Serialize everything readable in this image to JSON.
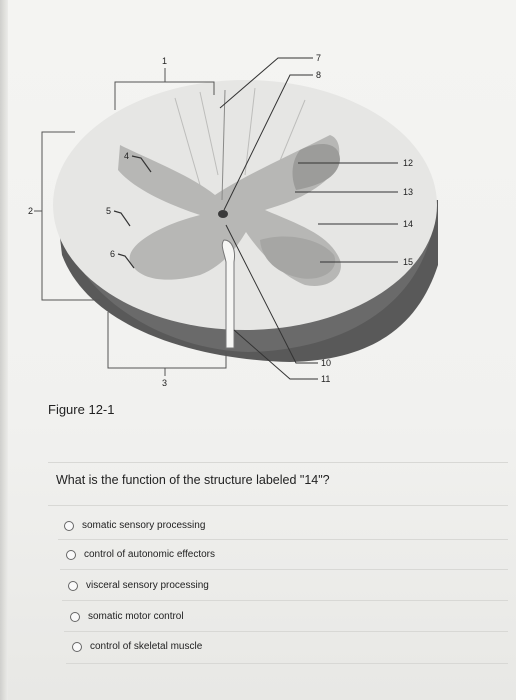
{
  "figure": {
    "labels": [
      "1",
      "2",
      "3",
      "4",
      "5",
      "6",
      "7",
      "8",
      "10",
      "11",
      "12",
      "13",
      "14",
      "15"
    ],
    "caption": "Figure 12-1"
  },
  "question": {
    "text": "What is the function of the structure labeled \"14\"?"
  },
  "options": [
    {
      "label": "somatic sensory processing",
      "selected": false
    },
    {
      "label": "control of autonomic effectors",
      "selected": false
    },
    {
      "label": "visceral sensory processing",
      "selected": false
    },
    {
      "label": "somatic motor control",
      "selected": false
    },
    {
      "label": "control of skeletal muscle",
      "selected": false
    }
  ]
}
